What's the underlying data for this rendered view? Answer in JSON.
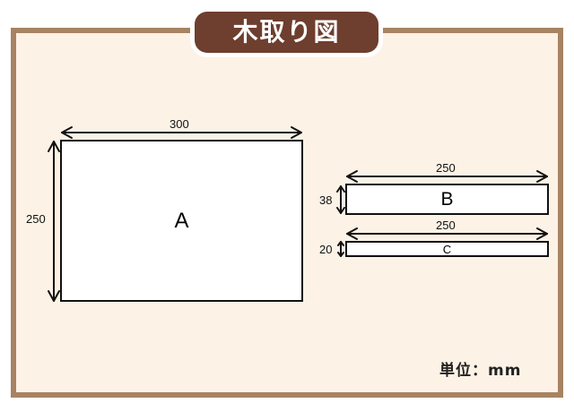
{
  "title": "木取り図",
  "unit_label": "単位：mm",
  "colors": {
    "frame_border": "#a88363",
    "frame_background": "#fdf2e6",
    "title_background": "#6e3e2e",
    "title_text": "#ffffff",
    "line": "#111111"
  },
  "pieces": [
    {
      "label": "A",
      "width_label": "300",
      "height_label": "250",
      "width_mm": 300,
      "height_mm": 250
    },
    {
      "label": "B",
      "width_label": "250",
      "height_label": "38",
      "width_mm": 250,
      "height_mm": 38
    },
    {
      "label": "C",
      "width_label": "250",
      "height_label": "20",
      "width_mm": 250,
      "height_mm": 20
    }
  ]
}
